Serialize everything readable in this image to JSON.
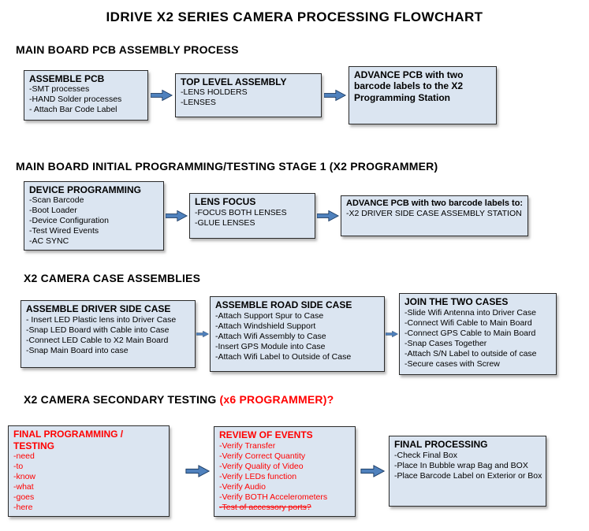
{
  "title": "IDRIVE X2  SERIES CAMERA PROCESSING FLOWCHART",
  "colors": {
    "box_fill": "#dbe5f1",
    "box_border": "#2a2a2a",
    "arrow_fill": "#4f81bd",
    "arrow_stroke": "#17365d",
    "accent_red": "#ff0000"
  },
  "sections": [
    {
      "heading": "MAIN BOARD PCB ASSEMBLY PROCESS",
      "boxes": [
        {
          "title": "ASSEMBLE PCB",
          "items": [
            "-SMT processes",
            "-HAND Solder processes",
            "- Attach Bar Code Label"
          ]
        },
        {
          "title": "TOP LEVEL ASSEMBLY",
          "items": [
            "-LENS HOLDERS",
            "-LENSES"
          ]
        },
        {
          "title": "ADVANCE PCB with two barcode labels to the X2 Programming Station",
          "items": []
        }
      ]
    },
    {
      "heading": "MAIN BOARD INITIAL PROGRAMMING/TESTING STAGE 1 (X2 PROGRAMMER)",
      "boxes": [
        {
          "title": "DEVICE PROGRAMMING",
          "items": [
            "-Scan Barcode",
            "-Boot Loader",
            "-Device Configuration",
            "-Test Wired Events",
            "-AC SYNC"
          ]
        },
        {
          "title": "LENS FOCUS",
          "items": [
            "-FOCUS BOTH LENSES",
            "-GLUE LENSES"
          ]
        },
        {
          "title": "ADVANCE PCB with two barcode labels to:",
          "items": [
            "-X2 DRIVER  SIDE  CASE  ASSEMBLY STATION"
          ]
        }
      ]
    },
    {
      "heading": "X2 CAMERA CASE ASSEMBLIES",
      "boxes": [
        {
          "title": "ASSEMBLE DRIVER SIDE CASE",
          "items": [
            "- Insert LED Plastic lens into Driver Case",
            "-Snap LED Board with Cable into Case",
            "-Connect LED Cable to X2 Main Board",
            "-Snap Main Board into case"
          ]
        },
        {
          "title": "ASSEMBLE ROAD SIDE CASE",
          "items": [
            "-Attach Support Spur to Case",
            "-Attach Windshield Support",
            "-Attach Wifi Assembly to Case",
            "-Insert GPS Module into Case",
            "-Attach Wifi Label to Outside of Case"
          ]
        },
        {
          "title": "JOIN THE TWO CASES",
          "items": [
            "-Slide Wifi Antenna into Driver Case",
            "-Connect Wifi Cable to Main Board",
            "-Connect GPS Cable to Main Board",
            "-Snap Cases Together",
            "-Attach S/N Label to outside of case",
            "-Secure cases with Screw"
          ]
        }
      ]
    },
    {
      "heading": "X2 CAMERA SECONDARY TESTING",
      "heading_accent": "(x6 PROGRAMMER)?",
      "boxes": [
        {
          "title": "FINAL PROGRAMMING / TESTING",
          "title_red": true,
          "items_red": true,
          "items": [
            "-need",
            "-to",
            "-know",
            "-what",
            "-goes",
            "-here"
          ]
        },
        {
          "title": "REVIEW OF EVENTS",
          "title_red": true,
          "items_red": true,
          "items": [
            "-Verify Transfer",
            "-Verify Correct Quantity",
            "-Verify Quality of Video",
            "-Verify LEDs function",
            "-Verify Audio",
            "-Verify BOTH Accelerometers",
            {
              "text": "-Test of accessory ports?",
              "strike": true
            }
          ]
        },
        {
          "title": "FINAL PROCESSING",
          "items": [
            "-Check Final Box",
            "-Place In Bubble wrap Bag and BOX",
            "-Place Barcode Label on Exterior or Box"
          ]
        }
      ]
    }
  ]
}
